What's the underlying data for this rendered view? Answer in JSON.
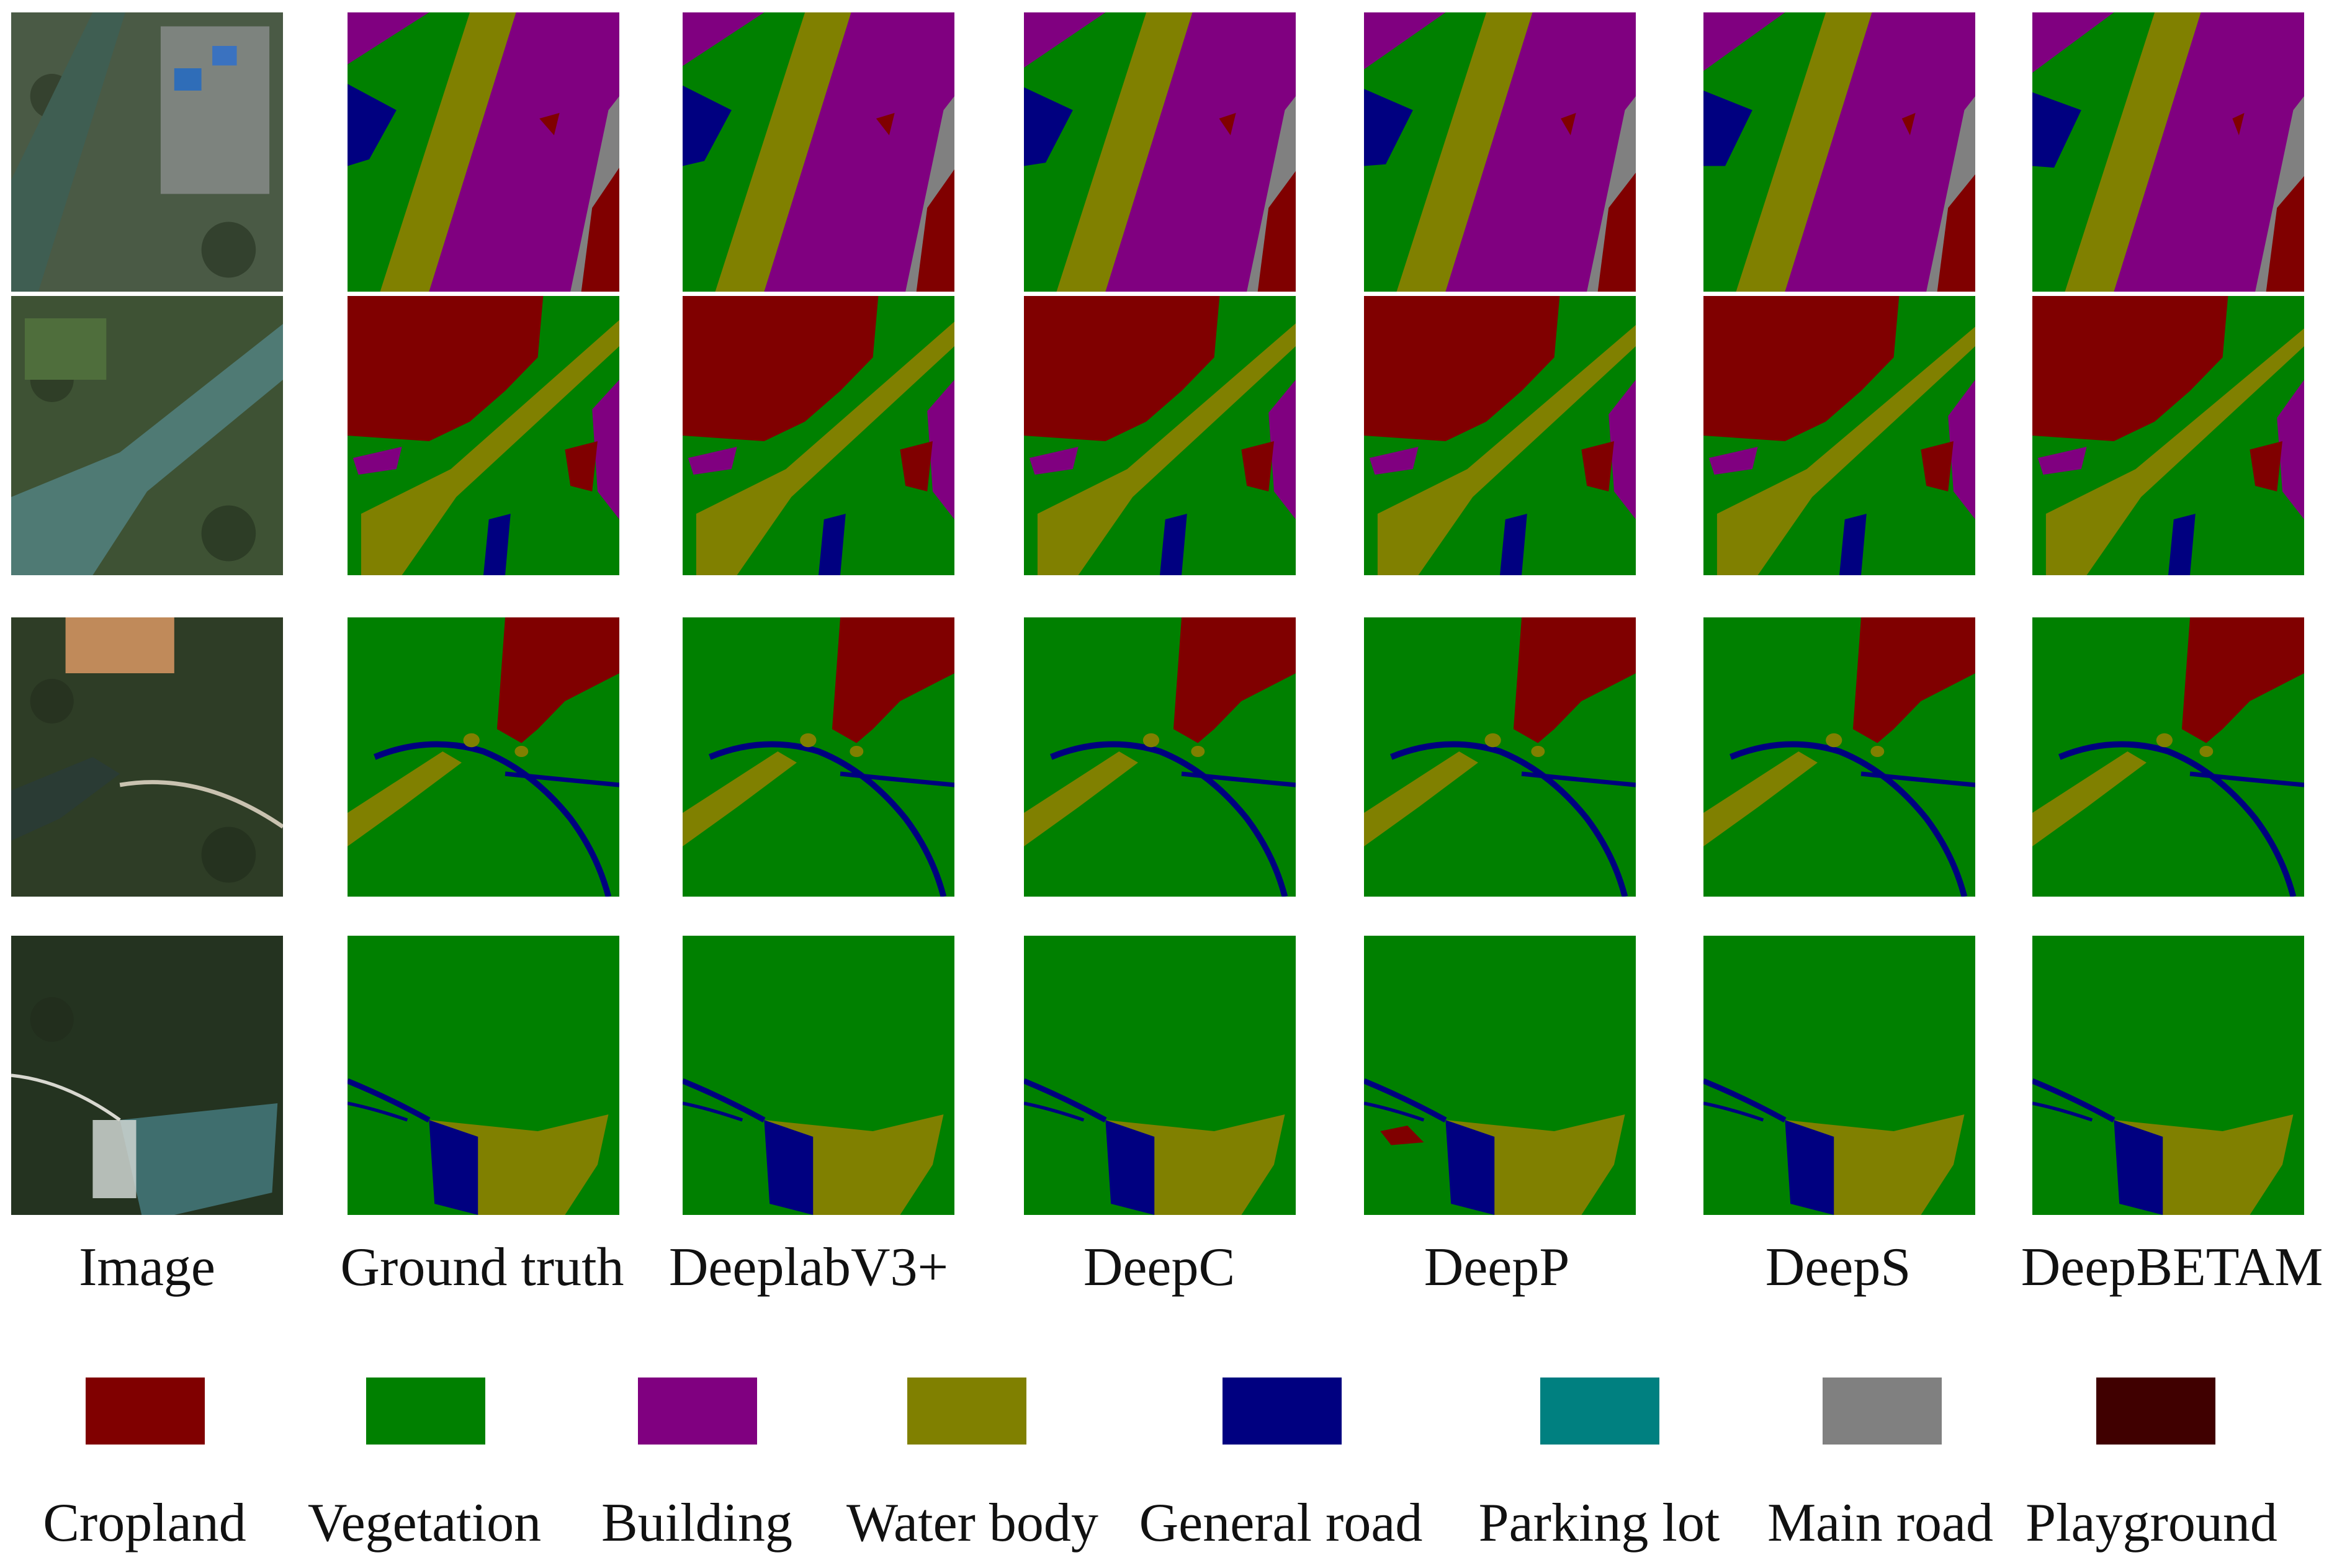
{
  "figure": {
    "columns": [
      {
        "label": "Image",
        "kind": "photo"
      },
      {
        "label": "Ground truth",
        "kind": "mask"
      },
      {
        "label": "DeeplabV3+",
        "kind": "mask"
      },
      {
        "label": "DeepC",
        "kind": "mask"
      },
      {
        "label": "DeepP",
        "kind": "mask"
      },
      {
        "label": "DeepS",
        "kind": "mask"
      },
      {
        "label": "DeepBETAM",
        "kind": "mask"
      }
    ],
    "rows": 4,
    "legend": [
      {
        "label": "Cropland",
        "color": "#800000"
      },
      {
        "label": "Vegetation",
        "color": "#008000"
      },
      {
        "label": "Building",
        "color": "#800080"
      },
      {
        "label": "Water body",
        "color": "#808000"
      },
      {
        "label": "General road",
        "color": "#000080"
      },
      {
        "label": "Parking lot",
        "color": "#008080"
      },
      {
        "label": "Main road",
        "color": "#808080"
      },
      {
        "label": "Playground",
        "color": "#400000"
      }
    ]
  }
}
